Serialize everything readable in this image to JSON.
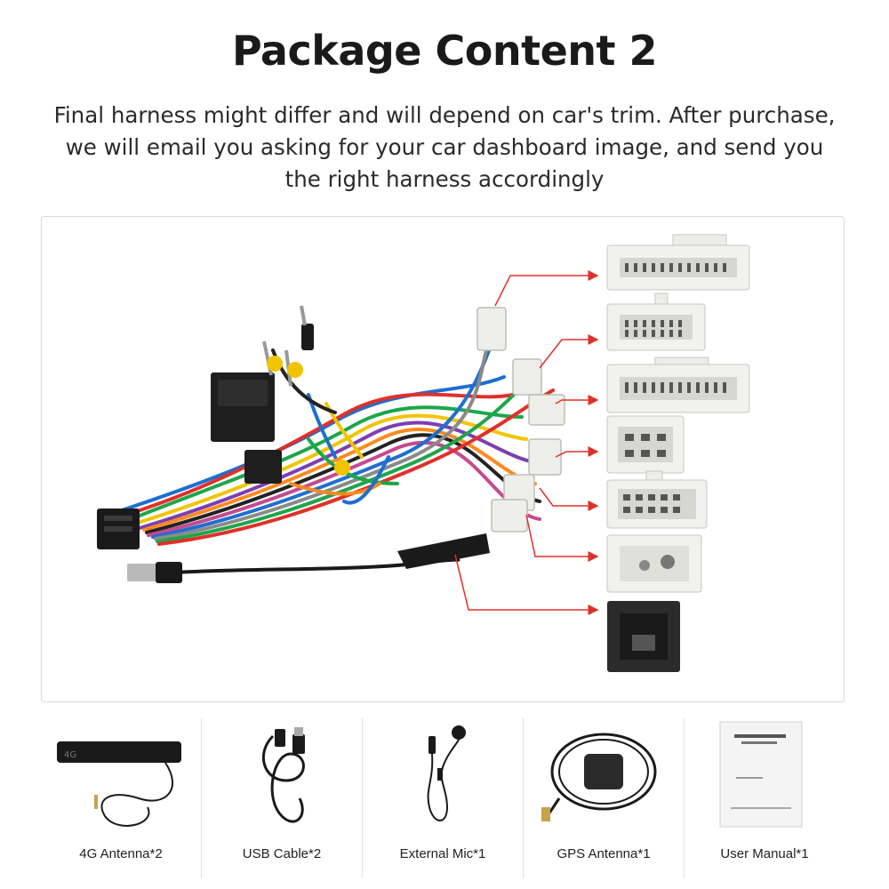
{
  "header": {
    "title": "Package Content 2",
    "subtitle": "Final harness might differ and will depend on car's trim. After purchase, we will email you asking for your car dashboard image, and send you the right harness accordingly"
  },
  "colors": {
    "arrow": "#e0302a",
    "connector": "#f1f1ef",
    "connector_dark": "#2a2a2a",
    "panel_border": "#d9d9d9"
  },
  "harness": {
    "connector_icons": [
      "connector-26pin-icon",
      "connector-20pin-icon",
      "connector-28pin-icon",
      "connector-6pin-icon",
      "connector-12pin-icon",
      "connector-antenna-icon",
      "connector-usb-black-icon"
    ]
  },
  "accessories": [
    {
      "label": "4G Antenna*2",
      "icon": "4g-antenna-icon"
    },
    {
      "label": "USB Cable*2",
      "icon": "usb-cable-icon"
    },
    {
      "label": "External Mic*1",
      "icon": "microphone-icon"
    },
    {
      "label": "GPS Antenna*1",
      "icon": "gps-antenna-icon"
    },
    {
      "label": "User Manual*1",
      "icon": "user-manual-icon"
    }
  ]
}
